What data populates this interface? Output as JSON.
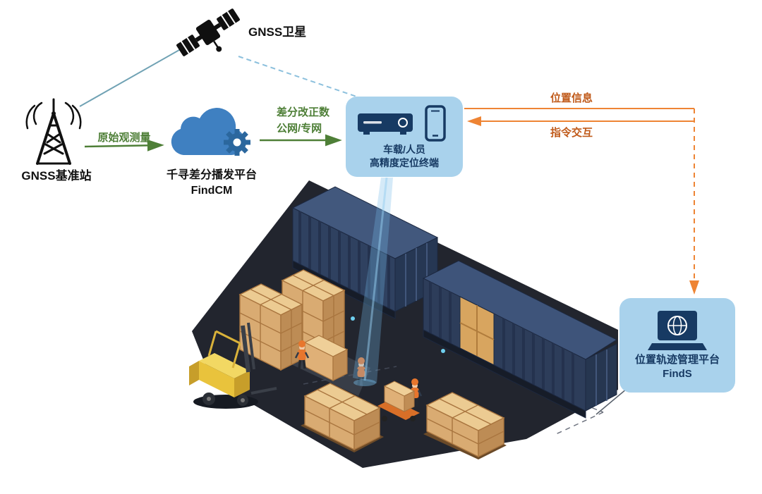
{
  "diagram": {
    "satellite": {
      "label": "GNSS卫星"
    },
    "base_station": {
      "label": "GNSS基准站"
    },
    "flow_raw_obs": {
      "label": "原始观测量"
    },
    "cloud": {
      "title": "千寻差分播发平台",
      "subtitle": "FindCM"
    },
    "flow_correction": {
      "line1": "差分改正数",
      "line2": "公网/专网"
    },
    "terminal": {
      "line1": "车载/人员",
      "line2": "高精度定位终端"
    },
    "flow_position": {
      "label": "位置信息"
    },
    "flow_command": {
      "label": "指令交互"
    },
    "platform": {
      "title": "位置轨迹管理平台",
      "subtitle": "FindS"
    },
    "colors": {
      "green": "#4e7f37",
      "orange": "#ee8434",
      "orange_text": "#c05a1a",
      "panel": "#a9d2ec",
      "navy": "#173a63",
      "cloud": "#3f80c1",
      "gear": "#2b679e",
      "steel": "#70a2b4",
      "sky_dash": "#8cc0dd"
    }
  }
}
